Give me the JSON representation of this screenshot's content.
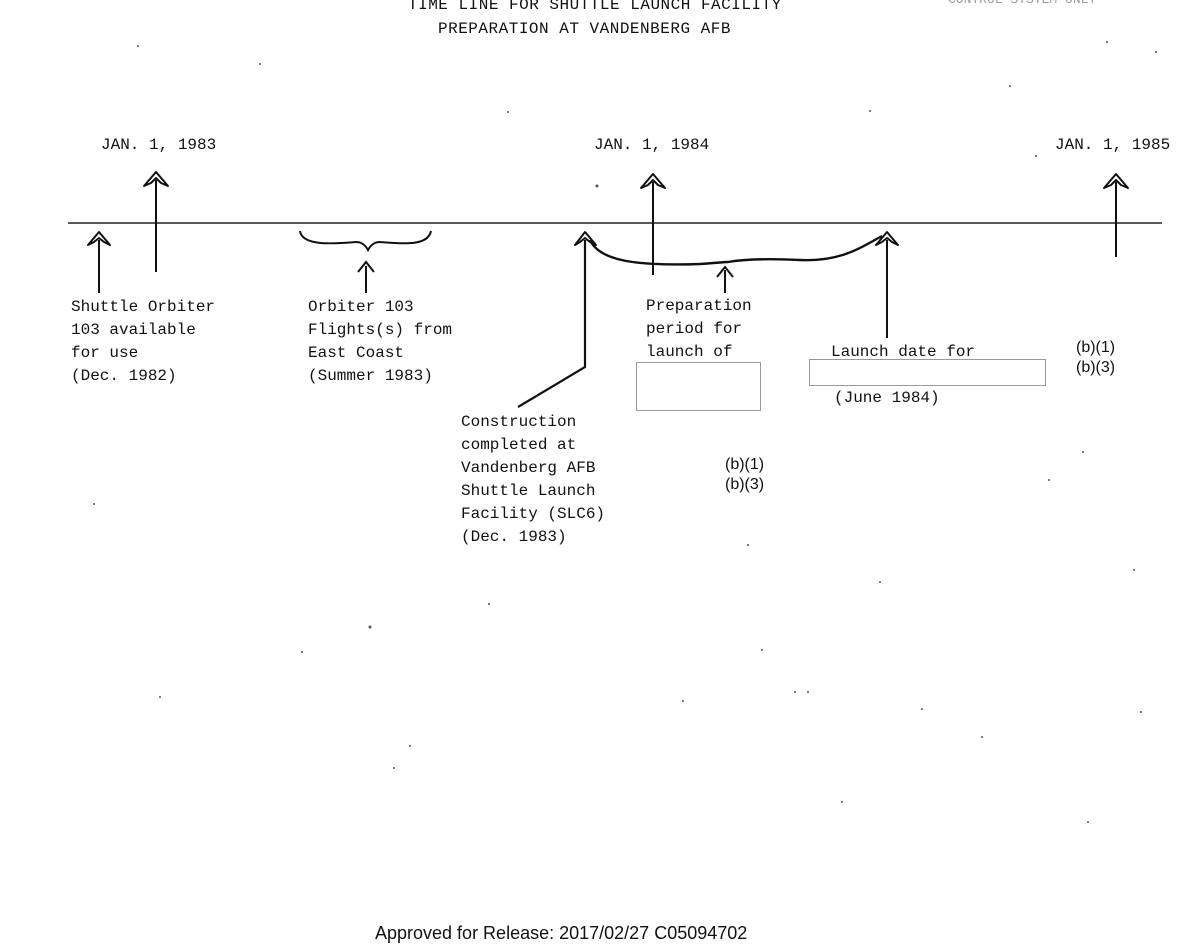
{
  "header": {
    "title_line1": "TIME LINE FOR SHUTTLE LAUNCH FACILITY",
    "title_line2": "PREPARATION AT VANDENBERG AFB",
    "control_marking": "CONTROL SYSTEM ONLY"
  },
  "timeline": {
    "date_markers": [
      {
        "label": "JAN. 1, 1983"
      },
      {
        "label": "JAN. 1, 1984"
      },
      {
        "label": "JAN. 1, 1985"
      }
    ],
    "events": [
      {
        "lines": [
          "Shuttle Orbiter",
          "103 available",
          "for use",
          "(Dec. 1982)"
        ]
      },
      {
        "lines": [
          "Orbiter 103",
          "Flights(s) from",
          "East Coast",
          "(Summer 1983)"
        ]
      },
      {
        "lines": [
          "Construction",
          "completed at",
          "Vandenberg AFB",
          "Shuttle Launch",
          "Facility (SLC6)",
          "(Dec. 1983)"
        ]
      },
      {
        "lines": [
          "Preparation",
          "period for",
          "launch of"
        ]
      },
      {
        "lines": [
          "Launch date for"
        ],
        "date": "(June 1984)"
      }
    ]
  },
  "redactions": [
    {
      "codes": [
        "(b)(1)",
        "(b)(3)"
      ]
    },
    {
      "codes": [
        "(b)(1)",
        "(b)(3)"
      ]
    }
  ],
  "footer": {
    "release": "Approved for Release: 2017/02/27 C05094702"
  }
}
